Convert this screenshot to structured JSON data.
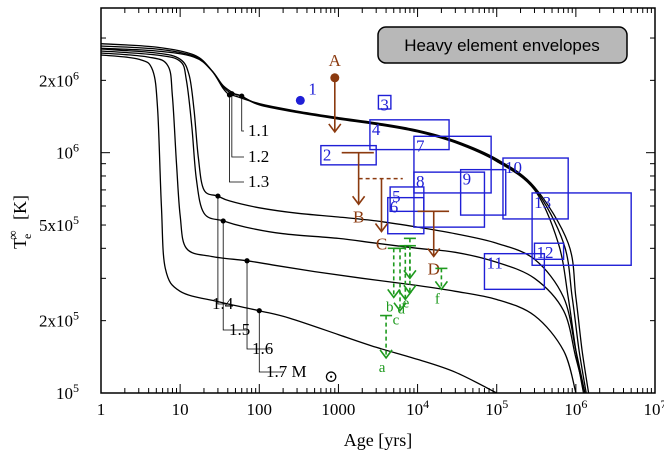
{
  "chart_data": {
    "type": "line",
    "title": "",
    "legend_box": "Heavy element envelopes",
    "xlabel": "Age [yrs]",
    "ylabel_base": "T",
    "ylabel_sup": "∞",
    "ylabel_sub": "e",
    "ylabel_unit": "[K]",
    "xscale": "log",
    "yscale": "log",
    "xlim": [
      1,
      10000000
    ],
    "ylim": [
      100000,
      4000000
    ],
    "x_ticks": [
      {
        "value": 1,
        "label": "1"
      },
      {
        "value": 10,
        "label": "10"
      },
      {
        "value": 100,
        "label": "100"
      },
      {
        "value": 1000,
        "label": "1000"
      },
      {
        "value": 10000,
        "base": "10",
        "exp": "4"
      },
      {
        "value": 100000,
        "base": "10",
        "exp": "5"
      },
      {
        "value": 1000000,
        "base": "10",
        "exp": "6"
      },
      {
        "value": 10000000,
        "base": "10",
        "exp": "7"
      }
    ],
    "y_ticks": [
      {
        "value": 100000,
        "base": "10",
        "exp": "5"
      },
      {
        "value": 200000,
        "base": "2x10",
        "exp": "5"
      },
      {
        "value": 500000,
        "base": "5x10",
        "exp": "5"
      },
      {
        "value": 1000000,
        "base": "10",
        "exp": "6"
      },
      {
        "value": 2000000,
        "base": "2x10",
        "exp": "6"
      }
    ],
    "colors": {
      "curve": "#000000",
      "detection": "#1f1fd6",
      "upper_limit_brown": "#8b3a0f",
      "upper_limit_green": "#1e9a1e"
    },
    "series": [
      {
        "label": "1.1",
        "points": [
          [
            1,
            2720000
          ],
          [
            5,
            2650000
          ],
          [
            15,
            2500000
          ],
          [
            25,
            2200000
          ],
          [
            35,
            1900000
          ],
          [
            50,
            1750000
          ],
          [
            60,
            1720000
          ],
          [
            100,
            1580000
          ],
          [
            300,
            1470000
          ],
          [
            1000,
            1380000
          ],
          [
            3000,
            1310000
          ],
          [
            10000,
            1220000
          ],
          [
            30000,
            1100000
          ],
          [
            100000,
            920000
          ],
          [
            300000,
            700000
          ],
          [
            600000,
            420000
          ],
          [
            800000,
            250000
          ],
          [
            1000000,
            150000
          ],
          [
            1250000,
            100000
          ]
        ]
      },
      {
        "label": "1.2",
        "points": [
          [
            1,
            2780000
          ],
          [
            5,
            2700000
          ],
          [
            15,
            2520000
          ],
          [
            25,
            2200000
          ],
          [
            35,
            1880000
          ],
          [
            45,
            1760000
          ],
          [
            55,
            1740000
          ],
          [
            100,
            1590000
          ],
          [
            300,
            1480000
          ],
          [
            1000,
            1390000
          ],
          [
            3000,
            1320000
          ],
          [
            10000,
            1230000
          ],
          [
            30000,
            1110000
          ],
          [
            100000,
            930000
          ],
          [
            300000,
            710000
          ],
          [
            700000,
            420000
          ],
          [
            900000,
            250000
          ],
          [
            1100000,
            150000
          ],
          [
            1350000,
            100000
          ]
        ]
      },
      {
        "label": "1.3",
        "points": [
          [
            1,
            2840000
          ],
          [
            5,
            2750000
          ],
          [
            15,
            2550000
          ],
          [
            25,
            2200000
          ],
          [
            35,
            1850000
          ],
          [
            42,
            1740000
          ],
          [
            50,
            1720000
          ],
          [
            100,
            1600000
          ],
          [
            300,
            1490000
          ],
          [
            1000,
            1400000
          ],
          [
            3000,
            1330000
          ],
          [
            10000,
            1240000
          ],
          [
            30000,
            1120000
          ],
          [
            100000,
            940000
          ],
          [
            300000,
            720000
          ],
          [
            800000,
            420000
          ],
          [
            1000000,
            250000
          ],
          [
            1200000,
            150000
          ],
          [
            1450000,
            100000
          ]
        ]
      },
      {
        "label": "1.4",
        "points": [
          [
            1,
            2700000
          ],
          [
            5,
            2600000
          ],
          [
            10,
            2450000
          ],
          [
            13,
            2100000
          ],
          [
            15,
            1500000
          ],
          [
            17,
            950000
          ],
          [
            20,
            700000
          ],
          [
            30,
            660000
          ],
          [
            42,
            630000
          ],
          [
            100,
            590000
          ],
          [
            300,
            560000
          ],
          [
            1000,
            540000
          ],
          [
            3000,
            520000
          ],
          [
            10000,
            490000
          ],
          [
            30000,
            460000
          ],
          [
            100000,
            420000
          ],
          [
            300000,
            360000
          ],
          [
            700000,
            250000
          ],
          [
            1000000,
            150000
          ],
          [
            1300000,
            100000
          ]
        ]
      },
      {
        "label": "1.5",
        "points": [
          [
            1,
            2650000
          ],
          [
            5,
            2550000
          ],
          [
            10,
            2400000
          ],
          [
            12,
            2000000
          ],
          [
            14,
            1300000
          ],
          [
            16,
            780000
          ],
          [
            20,
            560000
          ],
          [
            35,
            520000
          ],
          [
            67,
            490000
          ],
          [
            200,
            460000
          ],
          [
            1000,
            440000
          ],
          [
            3000,
            420000
          ],
          [
            10000,
            400000
          ],
          [
            30000,
            385000
          ],
          [
            100000,
            350000
          ],
          [
            300000,
            300000
          ],
          [
            700000,
            220000
          ],
          [
            1000000,
            140000
          ],
          [
            1300000,
            100000
          ]
        ]
      },
      {
        "label": "1.6",
        "points": [
          [
            1,
            2600000
          ],
          [
            4,
            2500000
          ],
          [
            7,
            2300000
          ],
          [
            8,
            1700000
          ],
          [
            9,
            900000
          ],
          [
            10,
            550000
          ],
          [
            12,
            400000
          ],
          [
            25,
            370000
          ],
          [
            70,
            355000
          ],
          [
            157,
            340000
          ],
          [
            500,
            320000
          ],
          [
            2000,
            300000
          ],
          [
            10000,
            280000
          ],
          [
            30000,
            265000
          ],
          [
            100000,
            245000
          ],
          [
            300000,
            210000
          ],
          [
            700000,
            150000
          ],
          [
            1000000,
            100000
          ]
        ]
      },
      {
        "label": "1.7 M",
        "points": [
          [
            1,
            2550000
          ],
          [
            3,
            2450000
          ],
          [
            4.5,
            2200000
          ],
          [
            5.2,
            1500000
          ],
          [
            5.8,
            600000
          ],
          [
            6.5,
            330000
          ],
          [
            10,
            265000
          ],
          [
            30,
            240000
          ],
          [
            100,
            220000
          ],
          [
            240,
            205000
          ],
          [
            1000,
            175000
          ],
          [
            3000,
            155000
          ],
          [
            10000,
            138000
          ],
          [
            30000,
            122000
          ],
          [
            100000,
            100000
          ]
        ]
      }
    ],
    "sources": [
      {
        "label": "1",
        "kind": "point",
        "x": 330,
        "y": 1650000
      },
      {
        "label": "3",
        "kind": "box",
        "x": [
          3200,
          4600
        ],
        "y": [
          1520000,
          1730000
        ]
      },
      {
        "label": "4",
        "kind": "box",
        "x": [
          2500,
          25000
        ],
        "y": [
          1030000,
          1370000
        ]
      },
      {
        "label": "2",
        "kind": "box",
        "x": [
          600,
          3000
        ],
        "y": [
          890000,
          1070000
        ]
      },
      {
        "label": "7",
        "kind": "box",
        "x": [
          9000,
          85000
        ],
        "y": [
          680000,
          1170000
        ]
      },
      {
        "label": "5",
        "kind": "box",
        "x": [
          4500,
          12000
        ],
        "y": [
          570000,
          720000
        ]
      },
      {
        "label": "6",
        "kind": "box",
        "x": [
          4200,
          12000
        ],
        "y": [
          460000,
          650000
        ]
      },
      {
        "label": "8",
        "kind": "box",
        "x": [
          9000,
          70000
        ],
        "y": [
          490000,
          830000
        ]
      },
      {
        "label": "9",
        "kind": "box",
        "x": [
          35000,
          130000
        ],
        "y": [
          550000,
          850000
        ]
      },
      {
        "label": "10",
        "kind": "box",
        "x": [
          120000,
          800000
        ],
        "y": [
          530000,
          950000
        ]
      },
      {
        "label": "12",
        "kind": "box",
        "x": [
          300000,
          700000
        ],
        "y": [
          360000,
          420000
        ]
      },
      {
        "label": "13",
        "kind": "box",
        "x": [
          280000,
          5000000
        ],
        "y": [
          340000,
          680000
        ]
      },
      {
        "label": "11",
        "kind": "box",
        "x": [
          70000,
          400000
        ],
        "y": [
          270000,
          380000
        ]
      }
    ],
    "limits": [
      {
        "label": "A",
        "color": "brown",
        "x": 900,
        "y_top": 2050000,
        "y_bot": 1220000,
        "style": "solid_point"
      },
      {
        "label": "B",
        "color": "brown",
        "x": 1800,
        "y_top": 1000000,
        "y_bot": 610000,
        "x_err": [
          1100,
          2800
        ],
        "style": "solid"
      },
      {
        "label": "C",
        "color": "brown",
        "x": 3500,
        "y_top": 780000,
        "y_bot": 470000,
        "x_err": [
          1800,
          6500
        ],
        "style": "dashed_bar"
      },
      {
        "label": "D",
        "color": "brown",
        "x": 16000,
        "y_top": 570000,
        "y_bot": 370000,
        "x_err": [
          10000,
          25000
        ],
        "style": "solid"
      },
      {
        "label": "a",
        "color": "green",
        "x": 4000,
        "y_top": 210000,
        "y_bot": 140000
      },
      {
        "label": "b",
        "color": "green",
        "x": 5000,
        "y_top": 400000,
        "y_bot": 250000
      },
      {
        "label": "c",
        "color": "green",
        "x": 6000,
        "y_top": 400000,
        "y_bot": 220000
      },
      {
        "label": "d",
        "color": "green",
        "x": 7000,
        "y_top": 410000,
        "y_bot": 245000
      },
      {
        "label": "e",
        "color": "green",
        "x": 8000,
        "y_top": 410000,
        "y_bot": 260000
      },
      {
        "label": "f",
        "color": "green",
        "x": 20000,
        "y_top": 330000,
        "y_bot": 270000
      },
      {
        "label": "",
        "color": "green",
        "x": 8000,
        "y_top": 440000,
        "y_bot": 300000
      }
    ]
  }
}
